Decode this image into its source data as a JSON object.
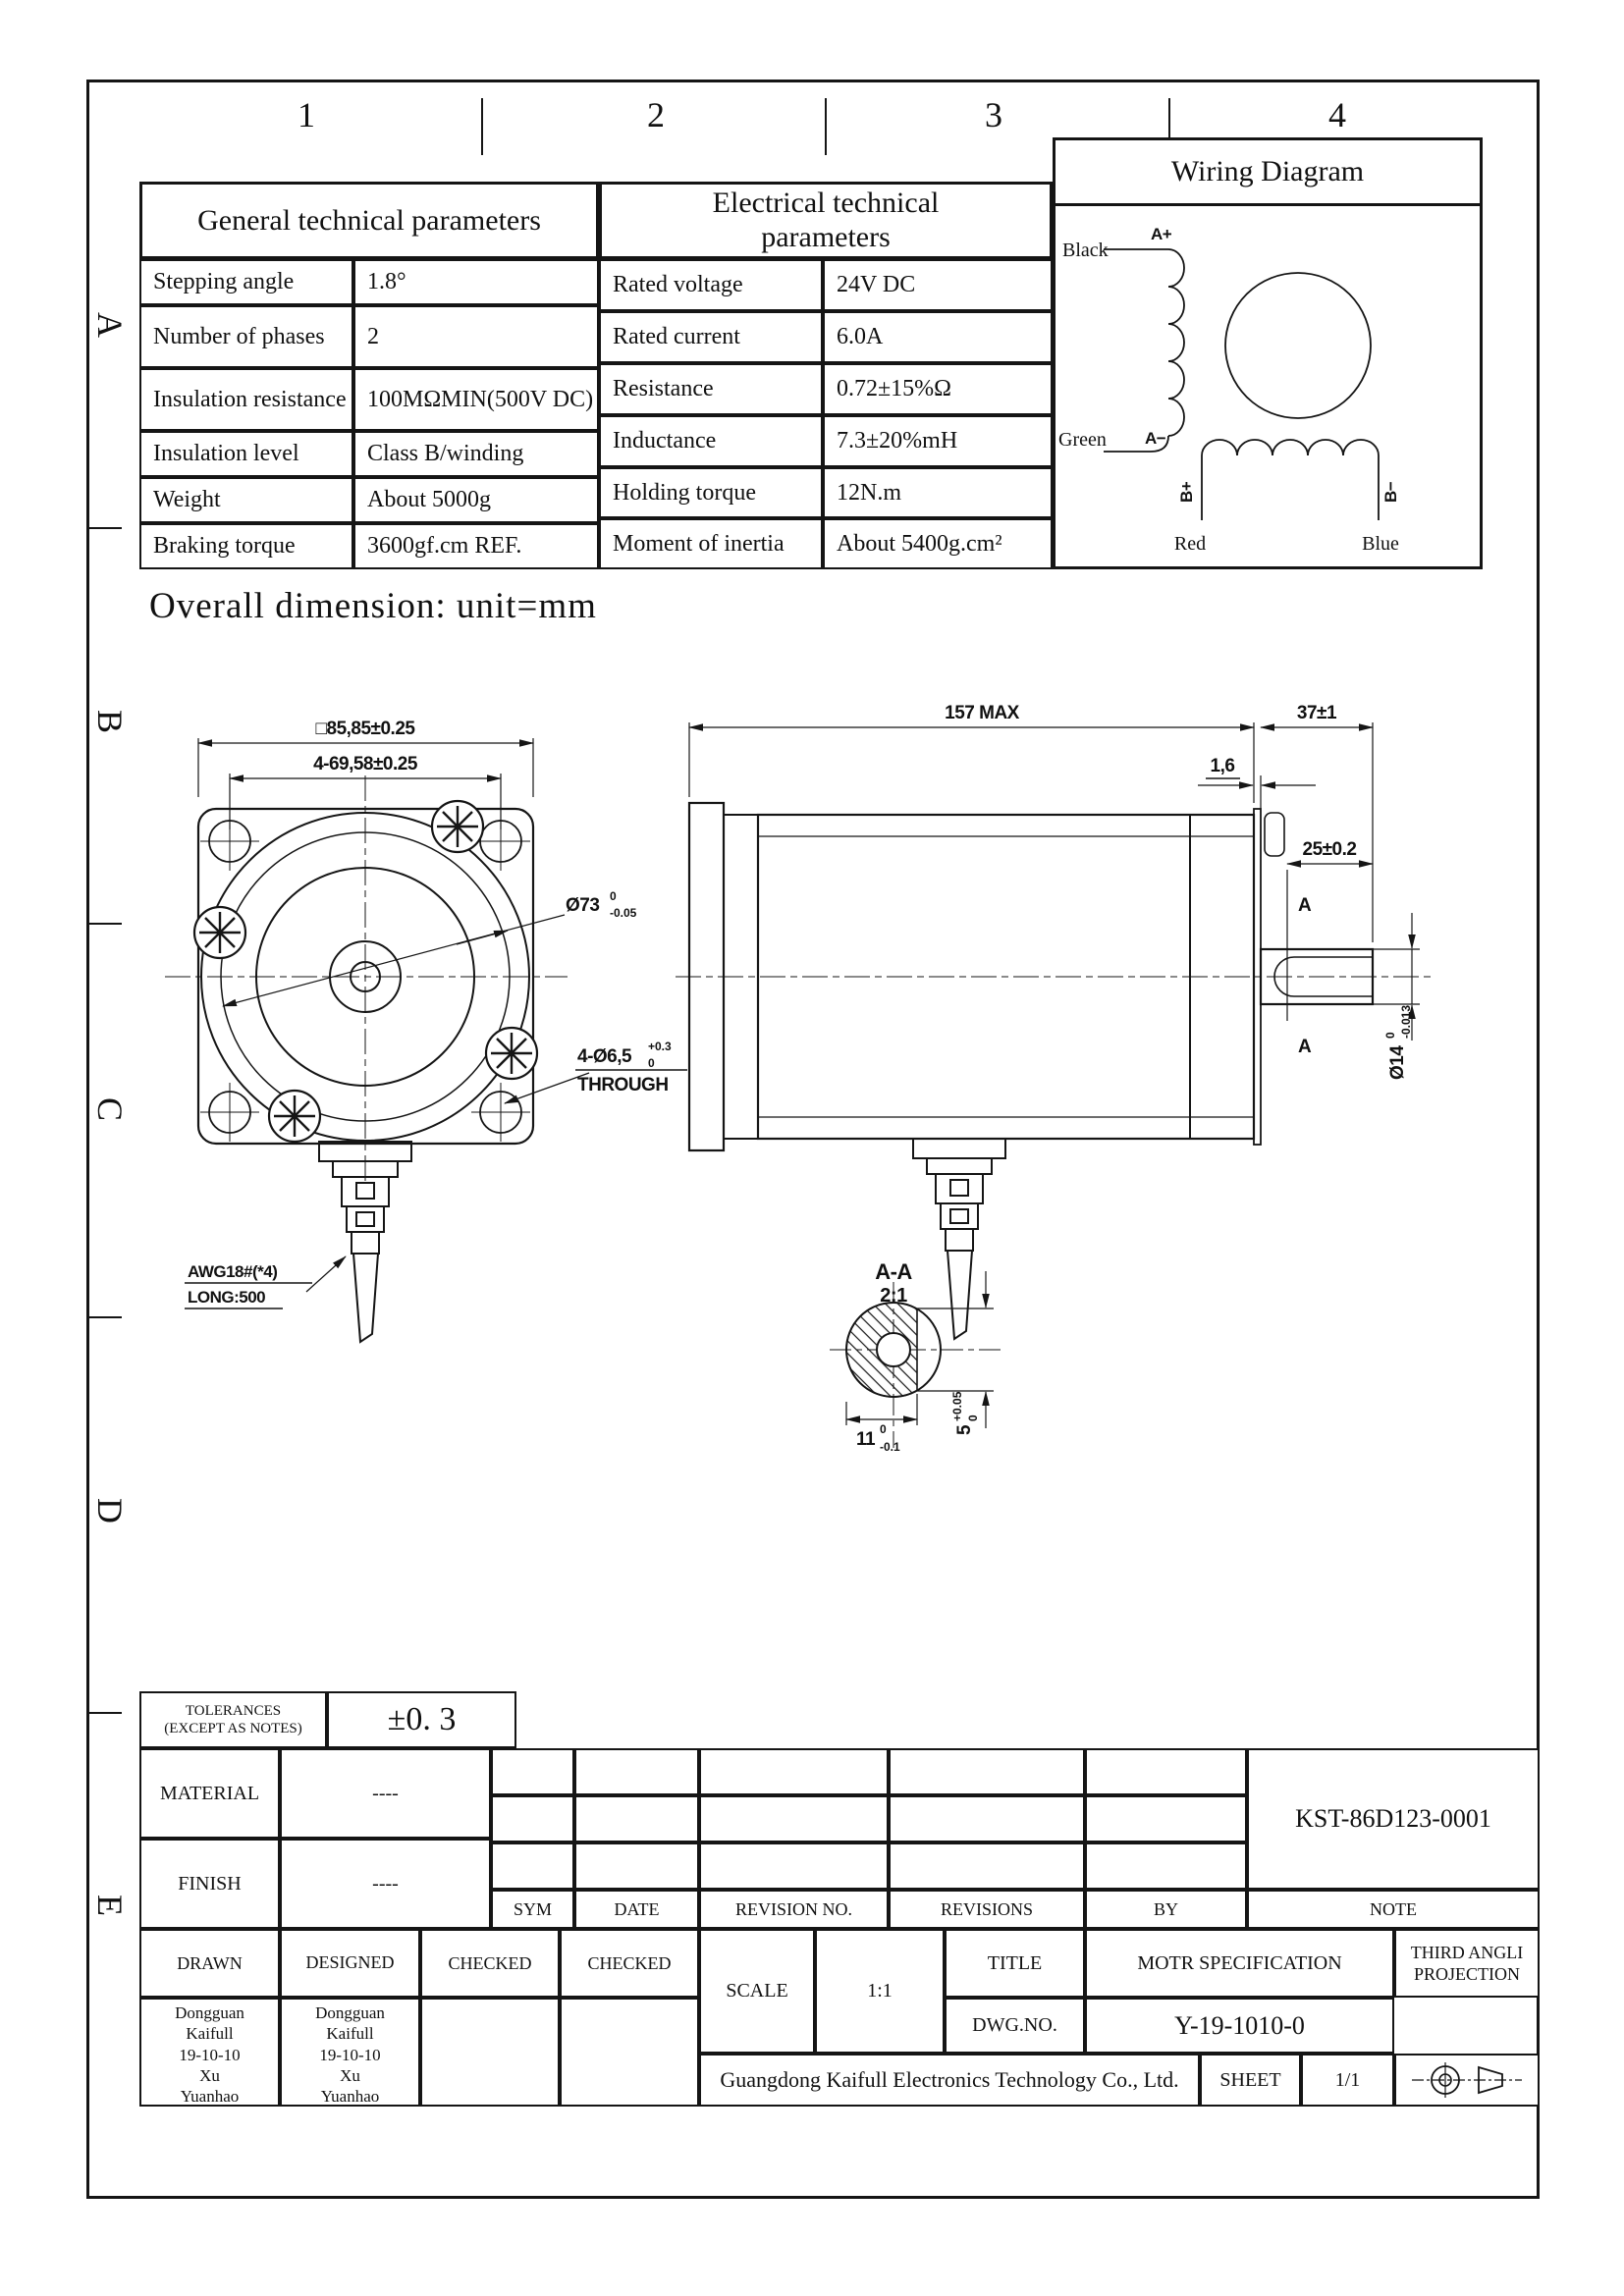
{
  "zones": {
    "cols": [
      "1",
      "2",
      "3",
      "4"
    ],
    "rows": [
      "A",
      "B",
      "C",
      "D",
      "E"
    ]
  },
  "general": {
    "title": "General technical parameters",
    "rows": [
      {
        "label": "Stepping angle",
        "value": "1.8°"
      },
      {
        "label": "Number of phases",
        "value": "2"
      },
      {
        "label": "Insulation resistance",
        "value": "100MΩMIN(500V DC)"
      },
      {
        "label": "Insulation level",
        "value": "Class B/winding"
      },
      {
        "label": "Weight",
        "value": "About 5000g"
      },
      {
        "label": "Braking torque",
        "value": "3600gf.cm REF."
      }
    ]
  },
  "electrical": {
    "title": "Electrical technical parameters",
    "rows": [
      {
        "label": "Rated voltage",
        "value": "24V DC"
      },
      {
        "label": "Rated current",
        "value": "6.0A"
      },
      {
        "label": "Resistance",
        "value": "0.72±15%Ω"
      },
      {
        "label": "Inductance",
        "value": "7.3±20%mH"
      },
      {
        "label": "Holding torque",
        "value": "12N.m"
      },
      {
        "label": "Moment of inertia",
        "value": "About 5400g.cm²"
      }
    ]
  },
  "wiring": {
    "title": "Wiring Diagram",
    "black": "Black",
    "green": "Green",
    "red": "Red",
    "blue": "Blue",
    "a_plus": "A+",
    "a_minus": "A−",
    "b_plus": "B+",
    "b_minus": "B−"
  },
  "overall": {
    "heading": "Overall dimension: unit=mm"
  },
  "dims": {
    "front": {
      "square": "□85,85±0.25",
      "bolts": "4-69,58±0.25",
      "pilot": "Ø73",
      "pilot_sup": "0",
      "pilot_sub": "-0.05",
      "holes": "4-Ø6,5",
      "holes_sup": "+0.3",
      "holes_sub": "0",
      "through": "THROUGH",
      "awg1": "AWG18#(*4)",
      "awg2": "LONG:500"
    },
    "side": {
      "length": "157 MAX",
      "plate": "1,6",
      "shaft_len": "37±1",
      "key_len": "25±0.2",
      "marker": "A",
      "dia": "Ø14",
      "dia_sup": "0",
      "dia_sub": "-0.013"
    },
    "section": {
      "name": "A-A",
      "scale": "2:1",
      "width": "11",
      "width_sup": "0",
      "width_sub": "-0.1",
      "depth": "5",
      "depth_sup": "+0.05",
      "depth_sub": "0"
    }
  },
  "titleblock": {
    "tol_label_1": "TOLERANCES",
    "tol_label_2": "(EXCEPT AS NOTES)",
    "tol_value": "±0. 3",
    "material": "MATERIAL",
    "material_value": "----",
    "finish": "FINISH",
    "finish_value": "----",
    "sym": "SYM",
    "date": "DATE",
    "rev_no": "REVISION NO.",
    "revisions": "REVISIONS",
    "by": "BY",
    "note": "NOTE",
    "part_no": "KST-86D123-0001",
    "drawn": "DRAWN",
    "designed": "DESIGNED",
    "checked1": "CHECKED",
    "checked2": "CHECKED",
    "drawn_name": "Dongguan\nKaifull\n19-10-10\nXu\nYuanhao",
    "designed_name": "Dongguan\nKaifull\n19-10-10\nXu\nYuanhao",
    "scale": "SCALE",
    "scale_value": "1:1",
    "title": "TITLE",
    "title_value": "MOTR SPECIFICATION",
    "dwg": "DWG.NO.",
    "dwg_value": "Y-19-1010-0",
    "projection": "THIRD ANGLI\nPROJECTION",
    "company": "Guangdong Kaifull Electronics Technology Co., Ltd.",
    "sheet": "SHEET",
    "sheet_value": "1/1"
  }
}
